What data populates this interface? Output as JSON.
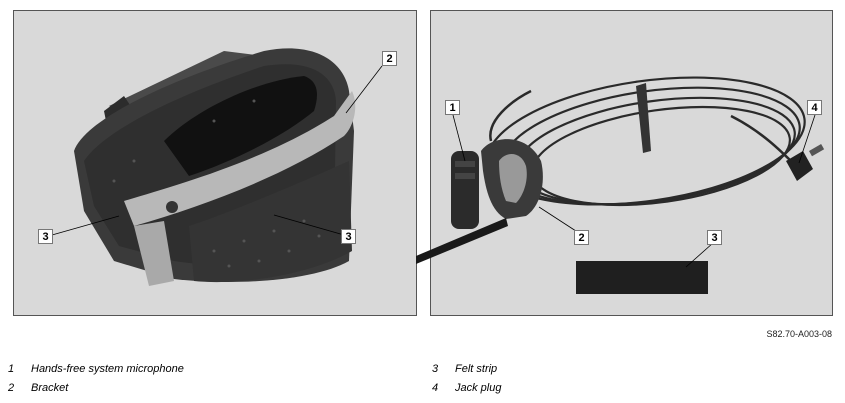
{
  "callouts": {
    "left_bracket": "2",
    "left_felt_a": "3",
    "left_felt_b": "3",
    "right_microphone": "1",
    "right_bracket": "2",
    "right_felt": "3",
    "right_jack": "4"
  },
  "reference_code": "S82.70-A003-08",
  "legend": [
    {
      "number": "1",
      "label": "Hands-free system microphone"
    },
    {
      "number": "2",
      "label": "Bracket"
    },
    {
      "number": "3",
      "label": "Felt strip"
    },
    {
      "number": "4",
      "label": "Jack plug"
    }
  ]
}
